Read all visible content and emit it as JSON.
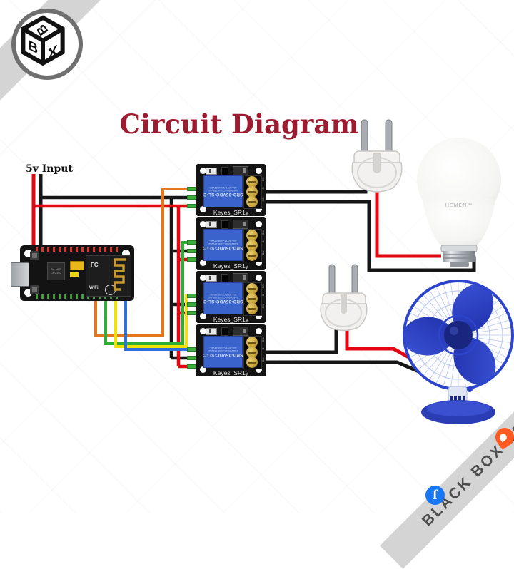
{
  "page": {
    "title": "Circuit Diagram",
    "title_color": "#9c1b30"
  },
  "labels": {
    "power_input": "5v Input"
  },
  "logo": {
    "letters": [
      "B",
      "B",
      "X"
    ]
  },
  "banner": {
    "text": "BLACK BOX BD",
    "facebook_glyph": "f"
  },
  "board": {
    "chip_label": "SiLABS CP2102",
    "fc_mark": "FC",
    "wifi_mark": "WiFi"
  },
  "relays": [
    {
      "label": "Keyes_SR1y",
      "model": "SRD-05VDC-SL-C",
      "rating_line1": "10A 250VAC  10A 125VAC",
      "rating_line2": "10A 30VDC  10A 28VDC",
      "terminals": [
        "NC",
        "C",
        "NO"
      ]
    },
    {
      "label": "Keyes_SR1y",
      "model": "SRD-05VDC-SL-C",
      "rating_line1": "10A 250VAC  10A 125VAC",
      "rating_line2": "10A 30VDC  10A 28VDC",
      "terminals": [
        "NC",
        "C",
        "NO"
      ]
    },
    {
      "label": "Keyes_SR1y",
      "model": "SRD-05VDC-SL-C",
      "rating_line1": "10A 250VAC  10A 125VAC",
      "rating_line2": "10A 30VDC  10A 28VDC",
      "terminals": [
        "NC",
        "C",
        "NO"
      ]
    },
    {
      "label": "Keyes_SR1y",
      "model": "SRD-05VDC-SL-C",
      "rating_line1": "10A 250VAC  10A 125VAC",
      "rating_line2": "10A 30VDC  10A 28VDC",
      "terminals": [
        "NC",
        "C",
        "NO"
      ]
    }
  ],
  "bulb": {
    "brand": "HEMEN™"
  },
  "wires": {
    "red": "#e30613",
    "black": "#161616",
    "orange": "#e5761a",
    "green": "#2eaf34",
    "yellow": "#f2e202",
    "blue": "#2e6fe0"
  }
}
